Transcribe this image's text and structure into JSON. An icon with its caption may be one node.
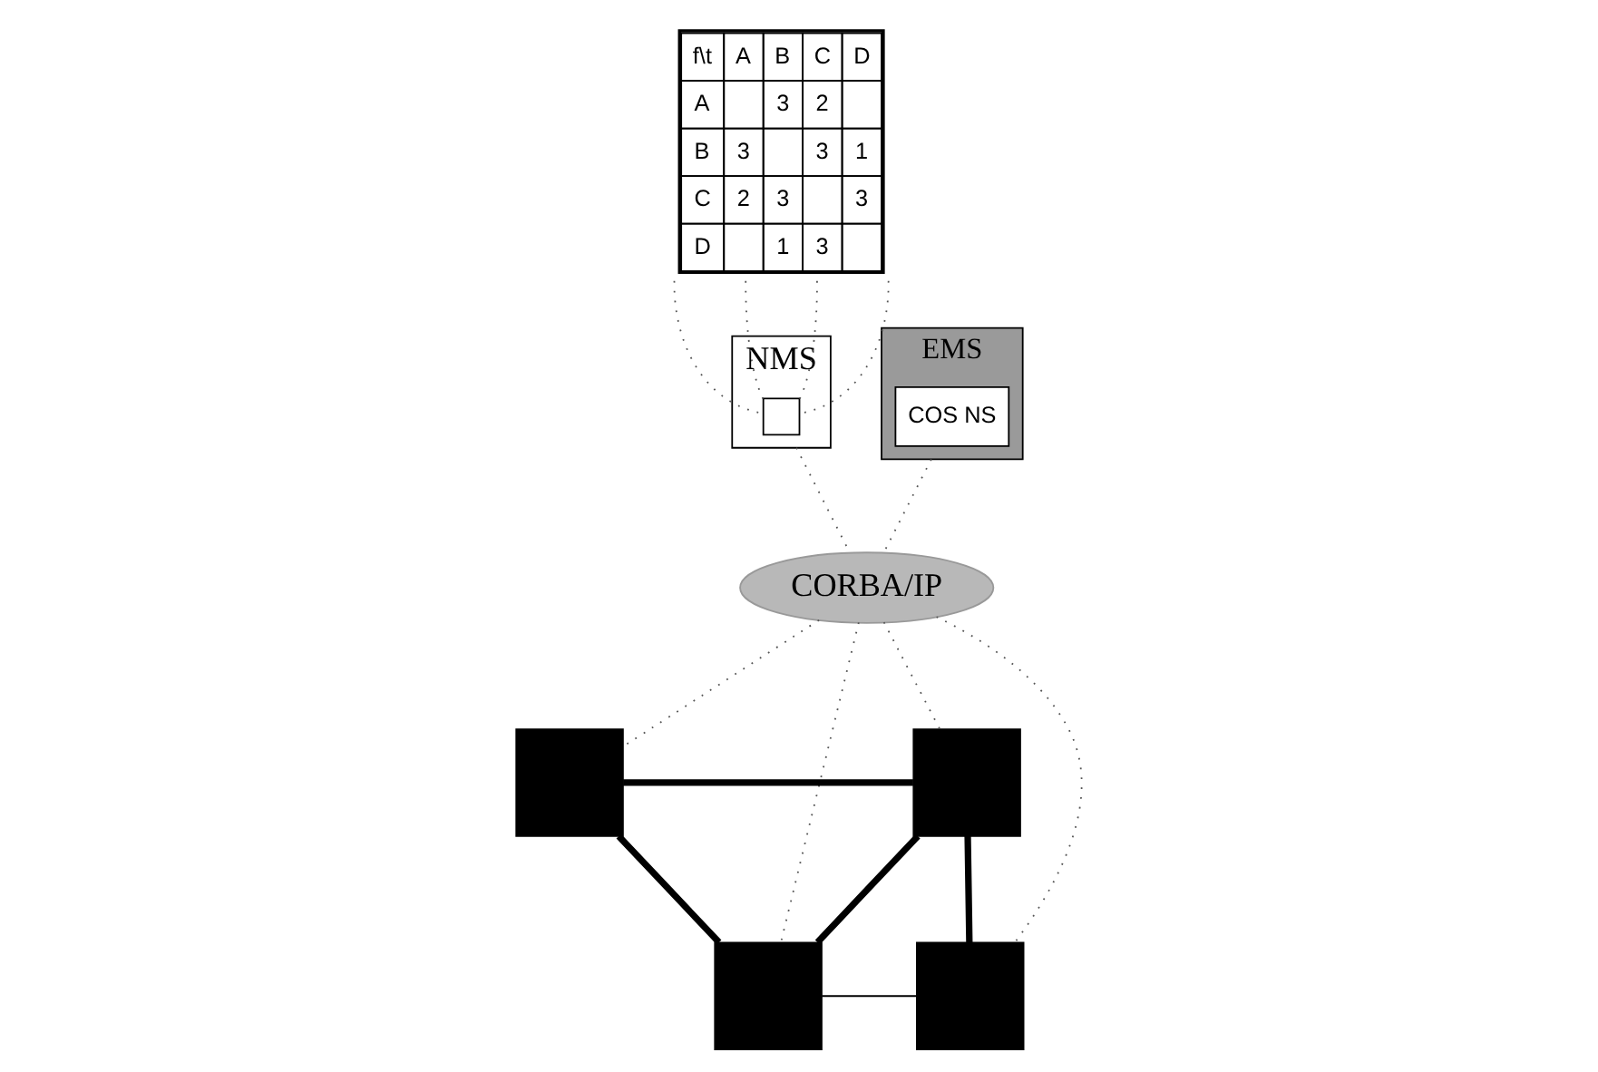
{
  "diagram": {
    "nodes": [
      {
        "text": [
          "f\\t A B C D",
          "A  3 2",
          "B 3  3 1",
          "C 2 3  3",
          "D  1 3"
        ]
      },
      {
        "text": [
          "NMS"
        ]
      },
      {
        "text": [],
        "shape": "box",
        "in": 1
      },
      {
        "text": [
          "CORBA/IP"
        ]
      },
      {
        "text": [
          "EMS"
        ]
      },
      {
        "text": [
          "COS NS"
        ],
        "in": 4
      },
      {
        "text": [],
        "shape": "box"
      },
      {
        "text": [],
        "shape": "box"
      },
      {
        "text": [],
        "shape": "box"
      },
      {
        "text": [],
        "shape": "box"
      }
    ],
    "edges": [
      {
        "from": 0,
        "to": 2,
        "arrow": "none",
        "style": "dashed"
      },
      {
        "from": 0,
        "to": 2,
        "arrow": "none",
        "style": "dashed"
      },
      {
        "from": 0,
        "to": 2,
        "arrow": "none",
        "style": "dashed"
      },
      {
        "from": 0,
        "to": 2,
        "arrow": "none",
        "style": "dashed"
      },
      {
        "from": 1,
        "to": 3,
        "arrow": "none",
        "style": "dashed"
      },
      {
        "from": 4,
        "to": 3,
        "arrow": "none",
        "style": "dashed"
      },
      {
        "from": 3,
        "to": 6,
        "arrow": "none",
        "style": "dashed"
      },
      {
        "from": 3,
        "to": 8,
        "arrow": "none",
        "style": "dashed"
      },
      {
        "from": 3,
        "to": 7,
        "arrow": "none",
        "style": "dashed"
      },
      {
        "from": 3,
        "to": 9,
        "arrow": "none",
        "style": "dashed"
      },
      {
        "from": 6,
        "to": 7,
        "arrow": "none",
        "style": "thick"
      },
      {
        "from": 7,
        "to": 9,
        "arrow": "none",
        "style": "thick"
      },
      {
        "from": 6,
        "to": 8,
        "arrow": "none",
        "style": "thick"
      },
      {
        "from": 7,
        "to": 8,
        "arrow": "none",
        "style": "thick"
      },
      {
        "from": 8,
        "to": 9,
        "arrow": "none"
      }
    ]
  }
}
